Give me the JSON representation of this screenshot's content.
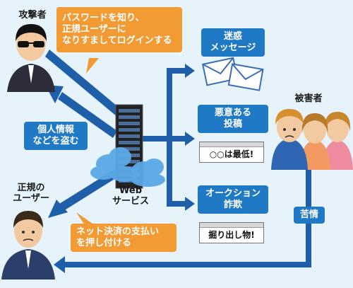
{
  "actors": {
    "attacker_label": "攻撃者",
    "regular_user_label": "正規の\nユーザー",
    "victims_label": "被害者"
  },
  "service": {
    "label": "Web\nサービス"
  },
  "callouts": {
    "login": "パスワードを知り、\n正規ユーザーに\nなりすましてログインする",
    "steal": "個人情報\nなどを盗む",
    "payment": "ネット決済の支払い\nを押し付ける"
  },
  "actions": {
    "spam": "迷惑\nメッセージ",
    "malicious_post": "悪意ある\n投稿",
    "auction_fraud": "オークション\n詐欺"
  },
  "windows": {
    "post_text": "○○は最低!",
    "auction_text": "掘り出し物!"
  },
  "complaint": "苦情",
  "colors": {
    "arrow_blue": "#1f5ea8",
    "box_blue": "#2079c4",
    "callout_orange": "#f29a33",
    "background": "#e6f3fb",
    "cloud": "#5aa9e6"
  }
}
